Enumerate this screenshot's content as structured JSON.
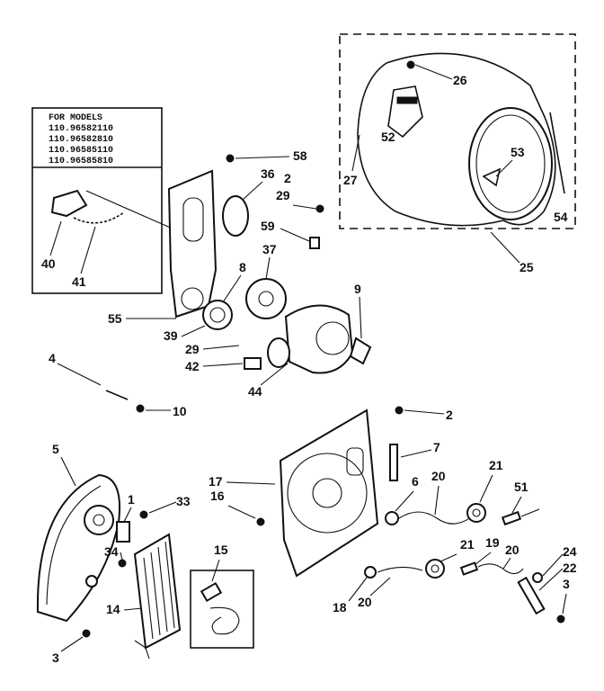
{
  "model_box": {
    "header": "FOR MODELS",
    "models": [
      "110.96582110",
      "110.96582810",
      "110.96585110",
      "110.96585810"
    ]
  },
  "callouts": {
    "c26": "26",
    "c52": "52",
    "c53": "53",
    "c27": "27",
    "c54": "54",
    "c25": "25",
    "c58": "58",
    "c36": "36",
    "c2a": "2",
    "c29a": "29",
    "c59": "59",
    "c37": "37",
    "c8": "8",
    "c9": "9",
    "c55": "55",
    "c39": "39",
    "c29b": "29",
    "c42": "42",
    "c44": "44",
    "c40": "40",
    "c41": "41",
    "c4": "4",
    "c10": "10",
    "c2b": "2",
    "c7": "7",
    "c17": "17",
    "c16": "16",
    "c6": "6",
    "c20a": "20",
    "c21a": "21",
    "c51": "51",
    "c21b": "21",
    "c19": "19",
    "c20b": "20",
    "c24": "24",
    "c22": "22",
    "c3a": "3",
    "c18": "18",
    "c20c": "20",
    "c5": "5",
    "c1": "1",
    "c33": "33",
    "c34": "34",
    "c14": "14",
    "c15": "15",
    "c3b": "3"
  }
}
